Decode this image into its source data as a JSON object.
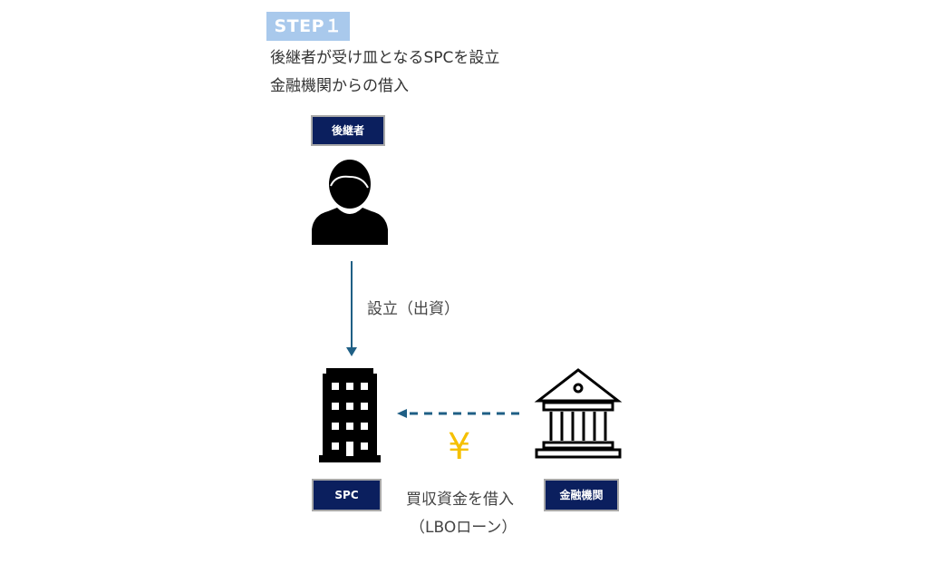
{
  "step_label": "STEP１",
  "description": [
    "後継者が受け皿となるSPCを設立",
    "金融機関からの借入"
  ],
  "nodes": {
    "successor": "後継者",
    "spc": "SPC",
    "bank": "金融機関"
  },
  "arrows": {
    "establish": "設立（出資）",
    "loan": "買収資金を借入",
    "loan_sub": "（LBOローン）"
  },
  "yen_symbol": "¥",
  "colors": {
    "step": "#a9c9ec",
    "label_bg": "#0b1f5e",
    "arrow": "#1f5f85",
    "yen": "#f5c000"
  }
}
